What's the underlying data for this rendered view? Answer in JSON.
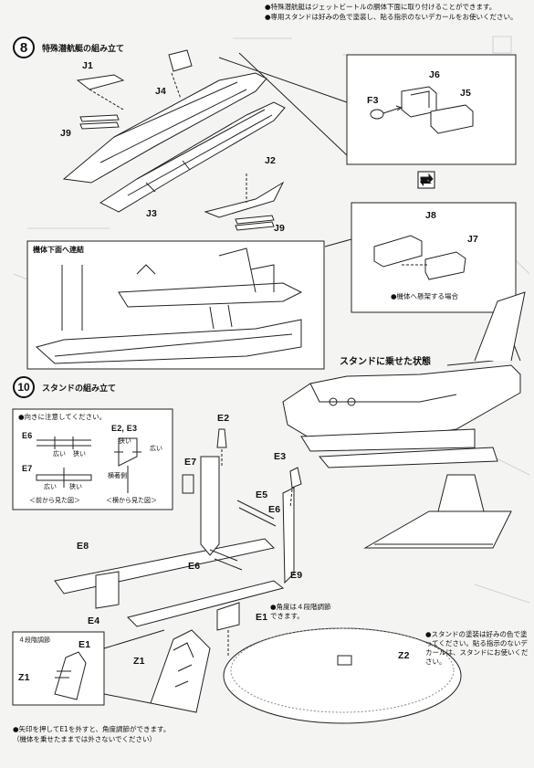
{
  "top_notes": [
    "●特殊潜航艇はジェットビートルの胴体下面に取り付けることができます。",
    "●専用スタンドは好みの色で塗装し、貼る指示のないデカールをお使いください。"
  ],
  "step8": {
    "number": "8",
    "title": "特殊潜航艇の組み立て",
    "parts": [
      "J1",
      "J4",
      "J9",
      "J2",
      "J3",
      "J9"
    ],
    "detail_parts": [
      "J6",
      "F3",
      "J5"
    ],
    "alt_parts": [
      "J8",
      "J7"
    ],
    "alt_note": "●機体へ懸架する場合",
    "attach_label": "機体下面へ連結"
  },
  "step10": {
    "number": "10",
    "title": "スタンドの組み立て",
    "orientation_note": "●向きに注意してください。",
    "e6": {
      "label": "E6",
      "wide": "広い",
      "narrow": "狭い"
    },
    "e7": {
      "label": "E7",
      "wide": "広い",
      "narrow": "狭い",
      "caption": "＜前から見た図＞"
    },
    "e2e3": {
      "label": "E2, E3",
      "narrow": "狭い",
      "wide": "広い",
      "side": "横著側",
      "caption": "＜横から見た図＞"
    },
    "parts": [
      "E2",
      "E7",
      "E3",
      "E5",
      "E6",
      "E8",
      "E6",
      "E9",
      "E4",
      "E1",
      "Z1",
      "Z2"
    ],
    "angle_note": "●角度は４段階調節できます。",
    "inset_title": "４段階調節",
    "inset_parts": [
      "E1",
      "Z1"
    ],
    "stand_note": "●スタンドの塗装は好みの色で塗ってください。貼る指示のないデカールは、スタンドにお使いください。",
    "bottom_note_1": "●矢印を押してE1を外すと、角度調節ができます。",
    "bottom_note_2": "（機体を乗せたままでは外さないでください）"
  },
  "mounted_label": "スタンドに乗せた状態",
  "swap_icon": "swap-arrows-icon"
}
